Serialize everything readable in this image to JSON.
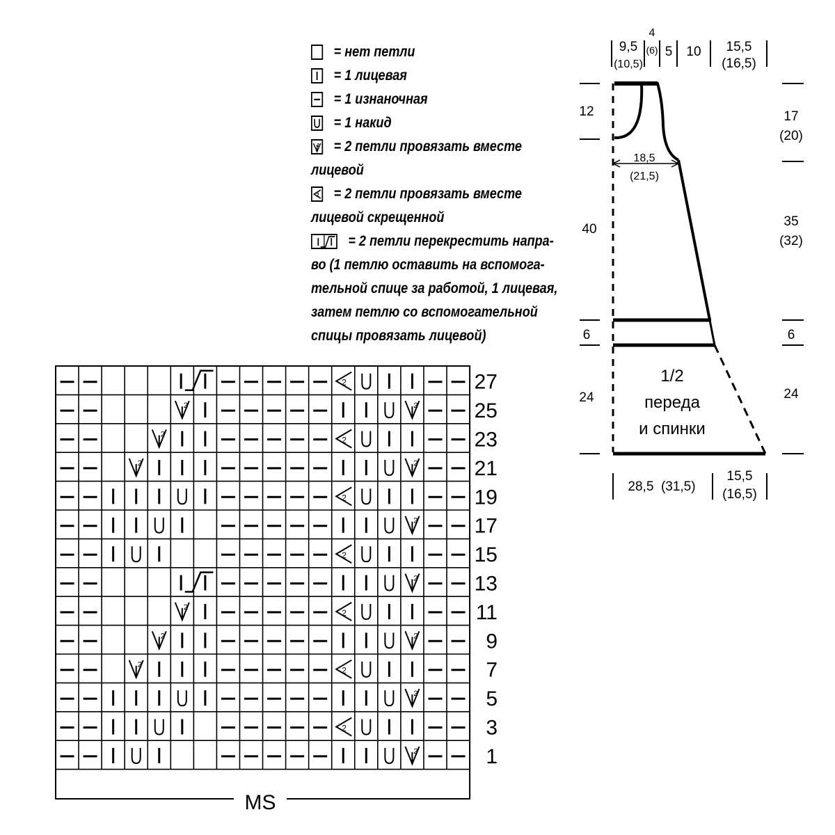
{
  "legend": [
    {
      "symbol": "empty",
      "icon": "no-stitch-icon",
      "text": "= нет петли"
    },
    {
      "symbol": "knit",
      "icon": "knit-icon",
      "text": "= 1 лицевая"
    },
    {
      "symbol": "purl",
      "icon": "purl-icon",
      "text": "= 1 изнаночная"
    },
    {
      "symbol": "yo",
      "icon": "yarn-over-icon",
      "text": "= 1 накид"
    },
    {
      "symbol": "k2tog",
      "icon": "k2tog-icon",
      "text": "= 2 петли провязать вместе",
      "cont": [
        "лицевой"
      ]
    },
    {
      "symbol": "k2togtbl",
      "icon": "k2tog-tbl-icon",
      "text": "= 2 петли провязать вместе",
      "cont": [
        "лицевой скрещенной"
      ]
    },
    {
      "symbol": "cross",
      "icon": "cross-right-icon",
      "text": "= 2 петли перекрестить напра-",
      "cont": [
        "во (1 петлю оставить на вспомога-",
        "тельной спице за работой, 1 лицевая,",
        "затем петлю со вспомогательной",
        "спицы провязать лицевой)"
      ]
    }
  ],
  "schematic": {
    "top_widths": [
      "9,5",
      "(10,5)",
      "4",
      "(6)",
      "5",
      "10",
      "15,5",
      "(16,5)"
    ],
    "left_heights": [
      "12",
      "40",
      "6",
      "24"
    ],
    "right_heights": [
      "17",
      "(20)",
      "35",
      "(32)",
      "6",
      "24"
    ],
    "armhole_width": [
      "18,5",
      "(21,5)"
    ],
    "piece_label": [
      "1/2",
      "переда",
      "и спинки"
    ],
    "bottom_widths": [
      "28,5  (31,5)",
      "15,5",
      "(16,5)"
    ]
  },
  "chart": {
    "label": "MS",
    "row_numbers": [
      "27",
      "25",
      "23",
      "21",
      "19",
      "17",
      "15",
      "13",
      "11",
      "9",
      "7",
      "5",
      "3",
      "1"
    ],
    "rows": [
      [
        "P",
        "P",
        "E",
        "E",
        "E",
        "C",
        "C",
        "P",
        "P",
        "P",
        "P",
        "P",
        "T",
        "Y",
        "K",
        "K",
        "P",
        "P"
      ],
      [
        "P",
        "P",
        "E",
        "E",
        "E",
        "A",
        "K",
        "P",
        "P",
        "P",
        "P",
        "P",
        "K",
        "K",
        "Y",
        "A",
        "P",
        "P"
      ],
      [
        "P",
        "P",
        "E",
        "E",
        "A",
        "K",
        "K",
        "P",
        "P",
        "P",
        "P",
        "P",
        "T",
        "Y",
        "K",
        "K",
        "P",
        "P"
      ],
      [
        "P",
        "P",
        "E",
        "A",
        "K",
        "K",
        "K",
        "P",
        "P",
        "P",
        "P",
        "P",
        "K",
        "K",
        "Y",
        "A",
        "P",
        "P"
      ],
      [
        "P",
        "P",
        "K",
        "K",
        "K",
        "Y",
        "K",
        "P",
        "P",
        "P",
        "P",
        "P",
        "T",
        "Y",
        "K",
        "K",
        "P",
        "P"
      ],
      [
        "P",
        "P",
        "K",
        "K",
        "Y",
        "K",
        "E",
        "P",
        "P",
        "P",
        "P",
        "P",
        "K",
        "K",
        "Y",
        "A",
        "P",
        "P"
      ],
      [
        "P",
        "P",
        "K",
        "Y",
        "K",
        "E",
        "E",
        "P",
        "P",
        "P",
        "P",
        "P",
        "T",
        "Y",
        "K",
        "K",
        "P",
        "P"
      ],
      [
        "P",
        "P",
        "E",
        "E",
        "E",
        "C",
        "C",
        "P",
        "P",
        "P",
        "P",
        "P",
        "K",
        "K",
        "Y",
        "A",
        "P",
        "P"
      ],
      [
        "P",
        "P",
        "E",
        "E",
        "E",
        "A",
        "K",
        "P",
        "P",
        "P",
        "P",
        "P",
        "T",
        "Y",
        "K",
        "K",
        "P",
        "P"
      ],
      [
        "P",
        "P",
        "E",
        "E",
        "A",
        "K",
        "K",
        "P",
        "P",
        "P",
        "P",
        "P",
        "K",
        "K",
        "Y",
        "A",
        "P",
        "P"
      ],
      [
        "P",
        "P",
        "E",
        "A",
        "K",
        "K",
        "K",
        "P",
        "P",
        "P",
        "P",
        "P",
        "T",
        "Y",
        "K",
        "K",
        "P",
        "P"
      ],
      [
        "P",
        "P",
        "K",
        "K",
        "K",
        "Y",
        "K",
        "P",
        "P",
        "P",
        "P",
        "P",
        "K",
        "K",
        "Y",
        "A",
        "P",
        "P"
      ],
      [
        "P",
        "P",
        "K",
        "K",
        "Y",
        "K",
        "E",
        "P",
        "P",
        "P",
        "P",
        "P",
        "T",
        "Y",
        "K",
        "K",
        "P",
        "P"
      ],
      [
        "P",
        "P",
        "K",
        "Y",
        "K",
        "E",
        "E",
        "P",
        "P",
        "P",
        "P",
        "P",
        "K",
        "K",
        "Y",
        "A",
        "P",
        "P"
      ]
    ]
  }
}
